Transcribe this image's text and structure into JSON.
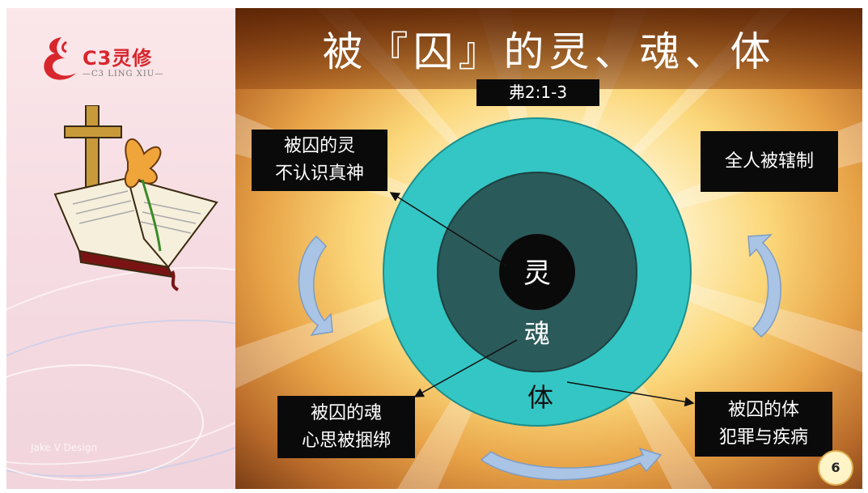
{
  "logo": {
    "main": "C3灵修",
    "sub": "—C3 LING XIU—"
  },
  "watermark": "Jake V Design",
  "slide": {
    "title": "被『囚』的灵、魂、体",
    "reference": "弗2:1-3",
    "circle_labels": {
      "spirit": "灵",
      "soul": "魂",
      "body": "体"
    },
    "boxes": {
      "spirit": [
        "被囚的灵",
        "不认识真神"
      ],
      "whole": [
        "全人被辖制"
      ],
      "soul": [
        "被囚的魂",
        "心思被捆绑"
      ],
      "body": [
        "被囚的体",
        "犯罪与疾病"
      ]
    },
    "page_number": "6"
  },
  "colors": {
    "outer_circle": "#33c6c4",
    "middle_circle": "#2b5a5a",
    "inner_circle": "#0a0a0a",
    "label_box": "#0a0a0a",
    "arrow_fill": "#a9c4e4",
    "logo_red": "#d8262d"
  },
  "icons": [
    "cross-icon",
    "bible-icon",
    "lily-icon",
    "curved-arrow-icon"
  ]
}
